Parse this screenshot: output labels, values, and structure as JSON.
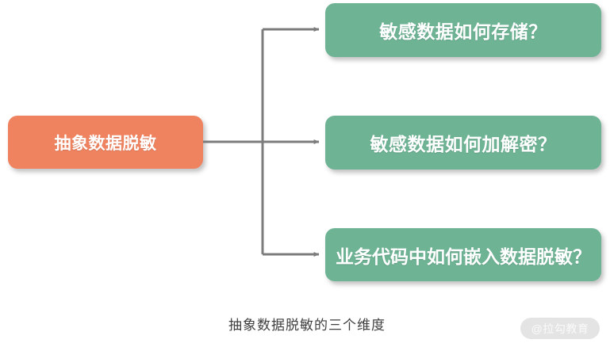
{
  "diagram": {
    "title_caption": "抽象数据脱敏的三个维度",
    "root_node": {
      "label": "抽象数据脱敏",
      "color": "#F0835F",
      "text_color": "#FFFFFF"
    },
    "branch_nodes": [
      {
        "id": "storage",
        "label": "敏感数据如何存储？",
        "color": "#6DB394",
        "text_color": "#FFFFFF"
      },
      {
        "id": "crypto",
        "label": "敏感数据如何加解密？",
        "color": "#6DB394",
        "text_color": "#FFFFFF"
      },
      {
        "id": "embed",
        "label": "业务代码中如何嵌入数据脱敏？",
        "color": "#6DB394",
        "text_color": "#FFFFFF"
      }
    ],
    "connector": {
      "color": "#7C7C7C",
      "style": "elbow-with-arrowheads",
      "arrow_count": 3
    }
  },
  "watermark": {
    "label": "@拉勾教育",
    "background": "#E4E4E4",
    "text_color": "#FAFAFA"
  }
}
